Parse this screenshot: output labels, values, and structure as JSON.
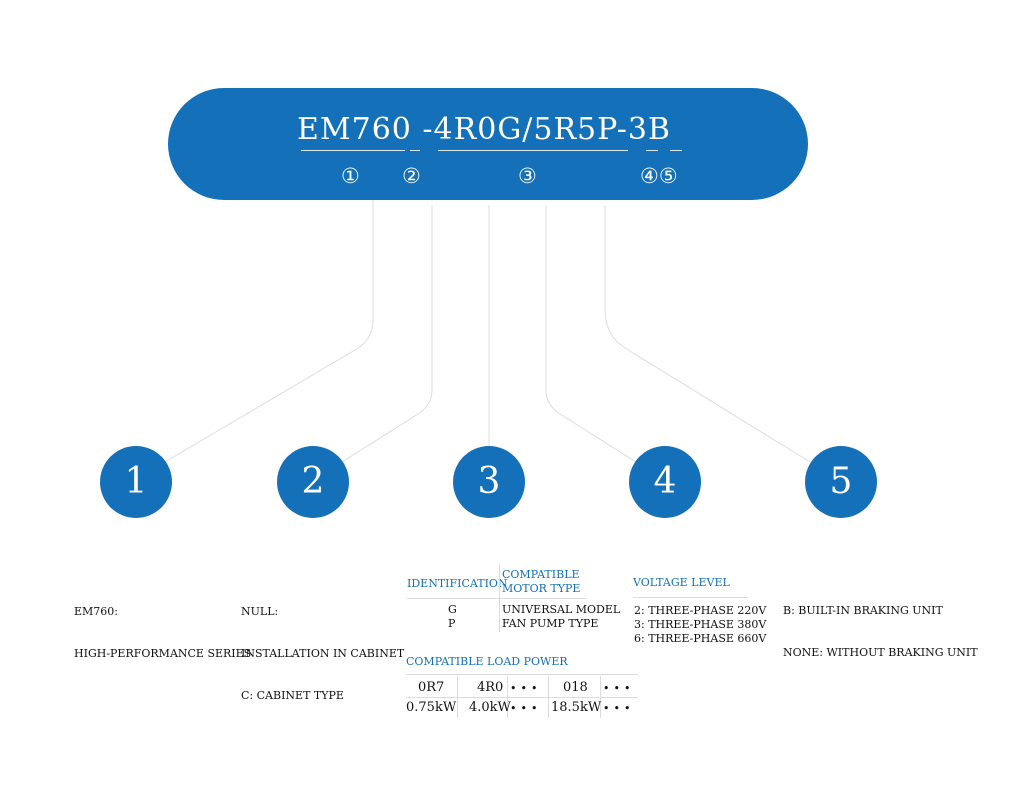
{
  "code": {
    "text": "EM760 -4R0G/5R5P-3B",
    "markers": [
      "①",
      "②",
      "③",
      "④⑤"
    ]
  },
  "circles": [
    "1",
    "2",
    "3",
    "4",
    "5"
  ],
  "desc1": {
    "line1": "EM760:",
    "line2": "HIGH-PERFORMANCE SERIES"
  },
  "desc2": {
    "line1": "NULL:",
    "line2": "INSTALLATION IN CABINET",
    "line3": "C: CABINET TYPE"
  },
  "desc3": {
    "col1_header": "IDENTIFICATION",
    "col2_header_l1": "COMPATIBLE",
    "col2_header_l2": "MOTOR TYPE",
    "rows": [
      {
        "id": "G",
        "type": "UNIVERSAL MODEL"
      },
      {
        "id": "P",
        "type": "FAN PUMP TYPE"
      }
    ],
    "load_title": "COMPATIBLE LOAD POWER",
    "load_codes": [
      "0R7",
      "4R0",
      "018"
    ],
    "load_values": [
      "0.75kW",
      "4.0kW",
      "18.5kW"
    ],
    "ellipsis": "•••"
  },
  "desc4": {
    "header": "VOLTAGE LEVEL",
    "lines": [
      "2: THREE-PHASE 220V",
      "3: THREE-PHASE 380V",
      "6: THREE-PHASE 660V"
    ]
  },
  "desc5": {
    "line1": "B: BUILT-IN BRAKING UNIT",
    "line2": "NONE: WITHOUT BRAKING UNIT"
  },
  "colors": {
    "brand_blue": "#1470b9",
    "connector_grey": "#dcdcdc"
  }
}
